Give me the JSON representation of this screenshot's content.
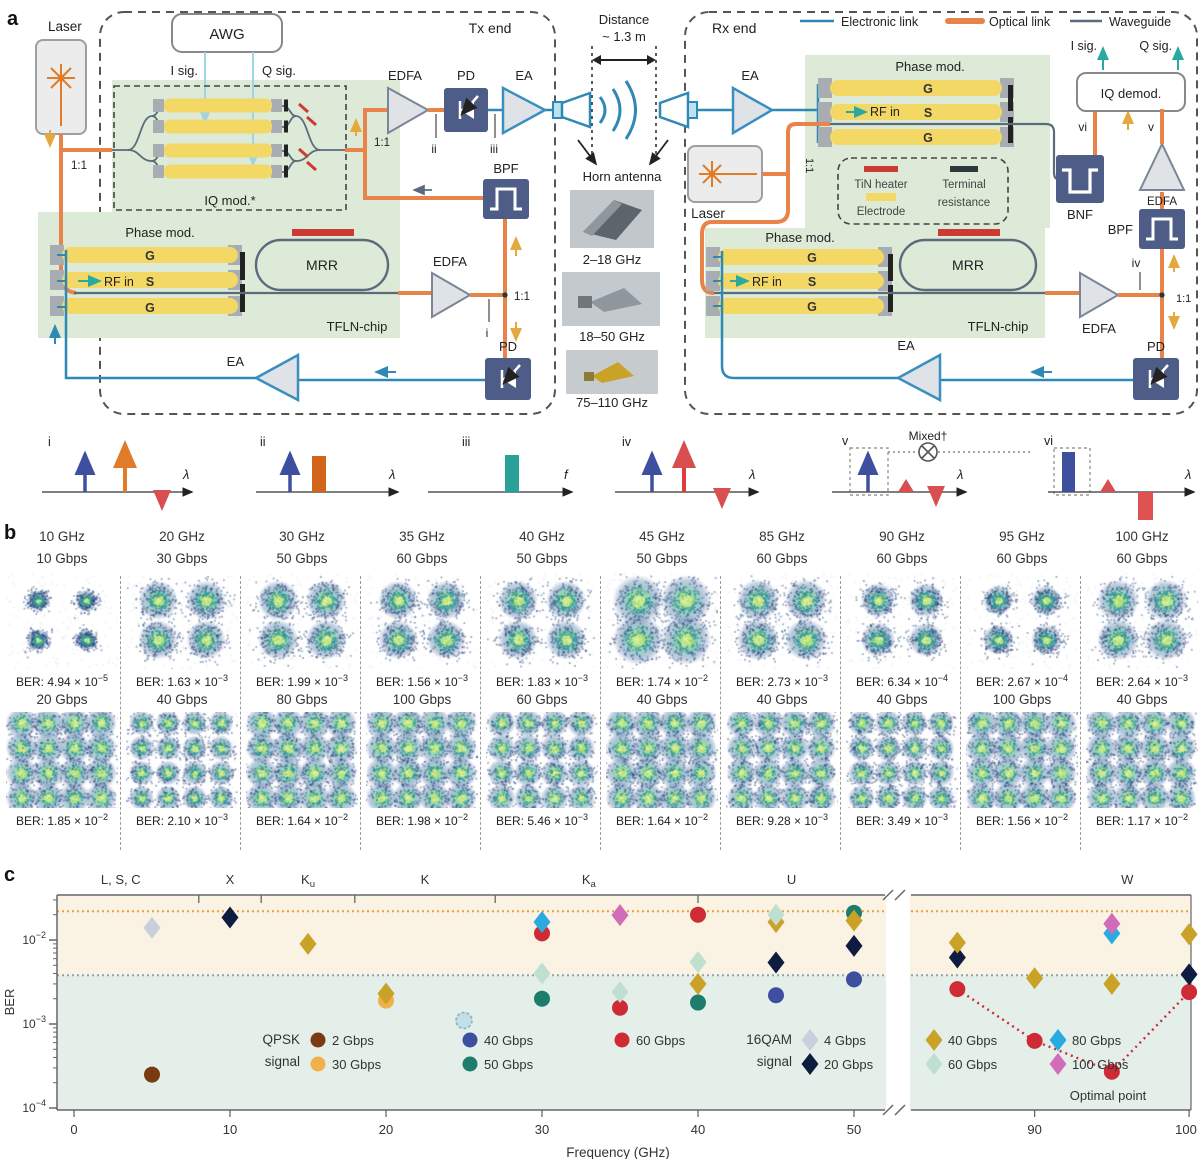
{
  "figure": {
    "letter_a": "a",
    "letter_b": "b",
    "letter_c": "c"
  },
  "panel_a": {
    "legend": [
      {
        "label": "Electronic link",
        "color": "#2f89b5"
      },
      {
        "label": "Optical link",
        "color": "#e8834a"
      },
      {
        "label": "Waveguide",
        "color": "#5b6b7b"
      }
    ],
    "labels": {
      "tx_end": "Tx end",
      "rx_end": "Rx end",
      "laser": "Laser",
      "awg": "AWG",
      "i_sig": "I sig.",
      "q_sig": "Q sig.",
      "iq_mod": "IQ mod.*",
      "ratio": "1:1",
      "edfa": "EDFA",
      "pd": "PD",
      "ea": "EA",
      "bpf": "BPF",
      "bnf": "BNF",
      "iq_demod": "IQ demod.",
      "distance_l1": "Distance",
      "distance_l2": "~ 1.3 m",
      "horn_antenna": "Horn antenna",
      "phase_mod": "Phase mod.",
      "g": "G",
      "s": "S",
      "rf_in": "RF in",
      "mrr": "MRR",
      "tfln_chip": "TFLN-chip",
      "tin_heater": "TiN heater",
      "electrode": "Electrode",
      "terminal": "Terminal",
      "resistance": "resistance",
      "mixed": "Mixed†",
      "lambda": "λ",
      "freq_f": "f",
      "m_i": "i",
      "m_ii": "ii",
      "m_iii": "iii",
      "m_iv": "iv",
      "m_v": "v",
      "m_vi": "vi"
    },
    "horn_bands": [
      "2–18 GHz",
      "18–50 GHz",
      "75–110 GHz"
    ]
  },
  "panel_b": {
    "ber_prefix": "BER:",
    "times_ten": " × 10",
    "columns": [
      {
        "freq": "10 GHz",
        "rate1": "10 Gbps",
        "ber1_m": "4.94",
        "ber1_e": "−5",
        "rate2": "20 Gbps",
        "ber2_m": "1.85",
        "ber2_e": "−2"
      },
      {
        "freq": "20 GHz",
        "rate1": "30 Gbps",
        "ber1_m": "1.63",
        "ber1_e": "−3",
        "rate2": "40 Gbps",
        "ber2_m": "2.10",
        "ber2_e": "−3"
      },
      {
        "freq": "30 GHz",
        "rate1": "50 Gbps",
        "ber1_m": "1.99",
        "ber1_e": "−3",
        "rate2": "80 Gbps",
        "ber2_m": "1.64",
        "ber2_e": "−2"
      },
      {
        "freq": "35 GHz",
        "rate1": "60 Gbps",
        "ber1_m": "1.56",
        "ber1_e": "−3",
        "rate2": "100 Gbps",
        "ber2_m": "1.98",
        "ber2_e": "−2"
      },
      {
        "freq": "40 GHz",
        "rate1": "50 Gbps",
        "ber1_m": "1.83",
        "ber1_e": "−3",
        "rate2": "60 Gbps",
        "ber2_m": "5.46",
        "ber2_e": "−3"
      },
      {
        "freq": "45 GHz",
        "rate1": "50 Gbps",
        "ber1_m": "1.74",
        "ber1_e": "−2",
        "rate2": "40 Gbps",
        "ber2_m": "1.64",
        "ber2_e": "−2"
      },
      {
        "freq": "85 GHz",
        "rate1": "60 Gbps",
        "ber1_m": "2.73",
        "ber1_e": "−3",
        "rate2": "40 Gbps",
        "ber2_m": "9.28",
        "ber2_e": "−3"
      },
      {
        "freq": "90 GHz",
        "rate1": "60 Gbps",
        "ber1_m": "6.34",
        "ber1_e": "−4",
        "rate2": "40 Gbps",
        "ber2_m": "3.49",
        "ber2_e": "−3"
      },
      {
        "freq": "95 GHz",
        "rate1": "60 Gbps",
        "ber1_m": "2.67",
        "ber1_e": "−4",
        "rate2": "100 Gbps",
        "ber2_m": "1.56",
        "ber2_e": "−2"
      },
      {
        "freq": "100 GHz",
        "rate1": "60 Gbps",
        "ber1_m": "2.64",
        "ber1_e": "−3",
        "rate2": "40 Gbps",
        "ber2_m": "1.17",
        "ber2_e": "−2"
      }
    ]
  },
  "chart_data": {
    "type": "scatter",
    "xlabel": "Frequency (GHz)",
    "ylabel": "BER",
    "x_ticks_left": [
      0,
      10,
      20,
      30,
      40,
      50
    ],
    "x_ticks_right": [
      90,
      100
    ],
    "x_axis_break": true,
    "y_ticks": [
      {
        "base": "10",
        "exp": "−2",
        "value": 0.01
      },
      {
        "base": "10",
        "exp": "−3",
        "value": 0.001
      },
      {
        "base": "10",
        "exp": "−4",
        "value": 0.0001
      }
    ],
    "ylim": [
      0.0001,
      0.032
    ],
    "bands": [
      {
        "label": "L, S, C",
        "f": 3
      },
      {
        "label": "X",
        "f": 10
      },
      {
        "label": "K",
        "sub": "u",
        "f": 15
      },
      {
        "label": "K",
        "f": 22.5
      },
      {
        "label": "K",
        "sub": "a",
        "f": 33
      },
      {
        "label": "U",
        "f": 46
      },
      {
        "label": "W",
        "f": 96
      }
    ],
    "band_boundaries": [
      8,
      12,
      18,
      27,
      40
    ],
    "thresholds": [
      {
        "value": 0.022,
        "color": "#e8a13c",
        "dash": "2,3"
      },
      {
        "value": 0.0038,
        "color": "#8aa4b0",
        "dash": "2,3"
      }
    ],
    "background": {
      "upper": "#faf2e2",
      "lower": "#e4efe9"
    },
    "series": [
      {
        "group": "QPSK signal",
        "name": "2 Gbps",
        "marker": "circle",
        "color": "#7a3b12",
        "points": [
          [
            5,
            0.00025
          ]
        ]
      },
      {
        "group": "QPSK signal",
        "name": "30 Gbps",
        "marker": "circle",
        "color": "#f0b04a",
        "points": [
          [
            20,
            0.0019
          ]
        ]
      },
      {
        "group": "QPSK signal",
        "name": "40 Gbps",
        "marker": "circle",
        "color": "#3d4f9e",
        "points": [
          [
            45,
            0.0022
          ],
          [
            50,
            0.0034
          ]
        ]
      },
      {
        "group": "QPSK signal",
        "name": "50 Gbps",
        "marker": "circle",
        "color": "#1e7d6a",
        "points": [
          [
            30,
            0.002
          ],
          [
            40,
            0.0018
          ],
          [
            50,
            0.021
          ]
        ]
      },
      {
        "group": "QPSK signal",
        "name": "60 Gbps",
        "marker": "circle",
        "color": "#cf2b36",
        "points": [
          [
            30,
            0.012
          ],
          [
            35,
            0.00156
          ],
          [
            40,
            0.02
          ],
          [
            85,
            0.0026
          ],
          [
            90,
            0.00063
          ],
          [
            95,
            0.00027
          ],
          [
            100,
            0.0024
          ]
        ]
      },
      {
        "group": "16QAM signal",
        "name": "4 Gbps",
        "marker": "diamond",
        "color": "#c8cfdd",
        "points": [
          [
            5,
            0.014
          ]
        ]
      },
      {
        "group": "16QAM signal",
        "name": "20 Gbps",
        "marker": "diamond",
        "color": "#0e1c40",
        "points": [
          [
            10,
            0.0185
          ],
          [
            45,
            0.0054
          ],
          [
            50,
            0.0085
          ],
          [
            85,
            0.0062
          ],
          [
            100,
            0.0039
          ]
        ]
      },
      {
        "group": "16QAM signal",
        "name": "40 Gbps",
        "marker": "diamond",
        "color": "#c9a227",
        "points": [
          [
            15,
            0.009
          ],
          [
            20,
            0.0023
          ],
          [
            40,
            0.003
          ],
          [
            45,
            0.0164
          ],
          [
            50,
            0.017
          ],
          [
            85,
            0.0093
          ],
          [
            90,
            0.0035
          ],
          [
            95,
            0.003
          ],
          [
            100,
            0.0117
          ]
        ]
      },
      {
        "group": "16QAM signal",
        "name": "60 Gbps",
        "marker": "diamond",
        "color": "#bfe0d0",
        "points": [
          [
            30,
            0.004
          ],
          [
            35,
            0.0024
          ],
          [
            40,
            0.00546
          ],
          [
            45,
            0.02
          ]
        ]
      },
      {
        "group": "16QAM signal",
        "name": "80 Gbps",
        "marker": "diamond",
        "color": "#29abe2",
        "points": [
          [
            30,
            0.0164
          ],
          [
            95,
            0.012
          ]
        ]
      },
      {
        "group": "16QAM signal",
        "name": "100 Gbps",
        "marker": "diamond",
        "color": "#d36cb8",
        "points": [
          [
            35,
            0.0198
          ],
          [
            95,
            0.0156
          ]
        ]
      }
    ],
    "annotations": [
      {
        "type": "dashed-circle",
        "f": 25,
        "ber": 0.0011,
        "color": "#9ccbe0"
      }
    ],
    "optimal_path": {
      "points": [
        [
          85,
          0.0026
        ],
        [
          90,
          0.00063
        ],
        [
          95,
          0.00027
        ],
        [
          100,
          0.0024
        ]
      ],
      "label": "Optimal point",
      "color": "#cf2b36"
    },
    "legend": {
      "groups": [
        {
          "label_l1": "QPSK",
          "label_l2": "signal",
          "marker": "circle",
          "items": [
            "2 Gbps",
            "30 Gbps",
            "40 Gbps",
            "50 Gbps",
            "60 Gbps"
          ]
        },
        {
          "label_l1": "16QAM",
          "label_l2": "signal",
          "marker": "diamond",
          "items": [
            "4 Gbps",
            "20 Gbps",
            "40 Gbps",
            "60 Gbps",
            "80 Gbps",
            "100 Gbps"
          ]
        }
      ]
    }
  }
}
